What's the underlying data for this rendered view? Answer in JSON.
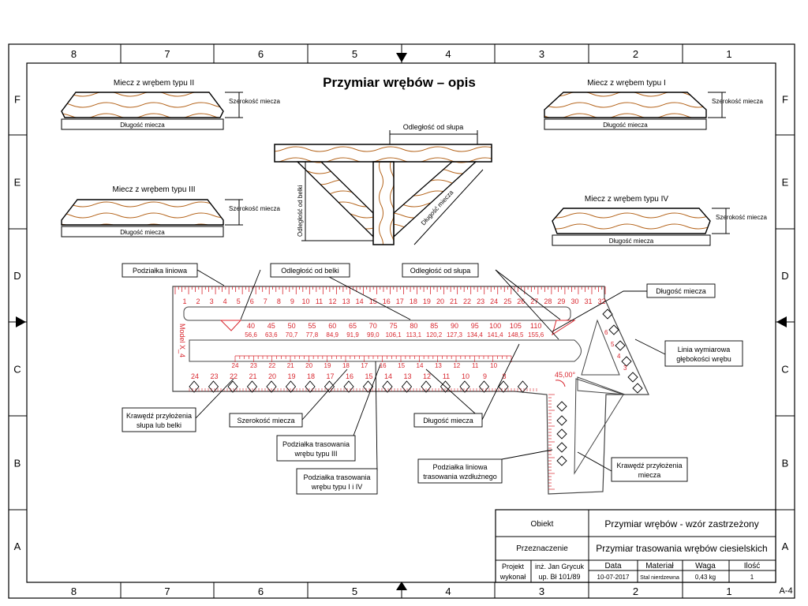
{
  "drawing": {
    "title": "Przymiar wrębów – opis",
    "model_label": "Model X_4",
    "angle_label": "45,00°"
  },
  "frame": {
    "col_labels": [
      "8",
      "7",
      "6",
      "5",
      "4",
      "3",
      "2",
      "1"
    ],
    "row_labels": [
      "F",
      "E",
      "D",
      "C",
      "B",
      "A"
    ]
  },
  "boards": [
    {
      "title": "Miecz z wrębem typu II",
      "width_label": "Szerokość miecza",
      "length_label": "Długość miecza"
    },
    {
      "title": "Miecz z wrębem typu I",
      "width_label": "Szerokość miecza",
      "length_label": "Długość miecza"
    },
    {
      "title": "Miecz z wrębem typu III",
      "width_label": "Szerokość miecza",
      "length_label": "Długość miecza"
    },
    {
      "title": "Miecz z wrębem typu IV",
      "width_label": "Szerokość miecza",
      "length_label": "Długość miecza"
    }
  ],
  "joint": {
    "post_distance": "Odległość od słupa",
    "beam_distance": "Odległość od belki",
    "brace_length": "Długość miecza"
  },
  "tool": {
    "top_scale": [
      "1",
      "2",
      "3",
      "4",
      "5",
      "6",
      "7",
      "8",
      "9",
      "10",
      "11",
      "12",
      "13",
      "14",
      "15",
      "16",
      "17",
      "18",
      "19",
      "20",
      "21",
      "22",
      "23",
      "24",
      "25",
      "26",
      "27",
      "28",
      "29",
      "30",
      "31",
      "32"
    ],
    "angles": [
      "40",
      "45",
      "50",
      "55",
      "60",
      "65",
      "70",
      "75",
      "80",
      "85",
      "90",
      "95",
      "100",
      "105",
      "110"
    ],
    "lengths": [
      "56,6",
      "63,6",
      "70,7",
      "77,8",
      "84,9",
      "91,9",
      "99,0",
      "106,1",
      "113,1",
      "120,2",
      "127,3",
      "134,4",
      "141,4",
      "148,5",
      "155,6"
    ],
    "mid_scale": [
      "24",
      "23",
      "22",
      "21",
      "20",
      "19",
      "18",
      "17",
      "16",
      "15",
      "14",
      "13",
      "12",
      "11",
      "10"
    ],
    "low_scale": [
      "24",
      "23",
      "22",
      "21",
      "20",
      "19",
      "18",
      "17",
      "16",
      "15",
      "14",
      "13",
      "12",
      "11",
      "10",
      "9",
      "8"
    ],
    "diag_scale": [
      "6",
      "5",
      "4",
      "3"
    ]
  },
  "callouts": {
    "linear_scale": "Podziałka liniowa",
    "beam_distance": "Odległość od belki",
    "post_distance": "Odległość od słupa",
    "brace_length_top": "Długość miecza",
    "depth_scale": [
      "Linia wymiarowa",
      "głębokości wrębu"
    ],
    "post_edge": [
      "Krawędź przyłożenia",
      "słupa lub belki"
    ],
    "brace_width": "Szerokość miecza",
    "brace_length_bottom": "Długość miecza",
    "scale_type3": [
      "Podziałka trasowania",
      "wrębu typu III"
    ],
    "scale_type1_4": [
      "Podziałka trasowania",
      "wrębu typu I i IV"
    ],
    "longitudinal_scale": [
      "Podziałka liniowa",
      "trasowania wzdłużnego"
    ],
    "brace_edge": [
      "Krawędź przyłożenia",
      "miecza"
    ]
  },
  "title_block": {
    "object_label": "Obiekt",
    "object_value": "Przymiar wrębów - wzór zastrzeżony",
    "purpose_label": "Przeznaczenie",
    "purpose_value": "Przymiar trasowania wrębów ciesielskich",
    "made_by_label": [
      "Projekt",
      "wykonał"
    ],
    "author": [
      "inż. Jan Grycuk",
      "up. Bł 101/89"
    ],
    "headers": [
      "Data",
      "Materiał",
      "Waga",
      "Ilość"
    ],
    "values": [
      "10-07-2017",
      "Stal nierdzewna",
      "0,43 kg",
      "1"
    ],
    "sheet_format": "A-4"
  },
  "colors": {
    "ink": "#000000",
    "scale": "#d8262e",
    "wood": "#b5651d"
  }
}
